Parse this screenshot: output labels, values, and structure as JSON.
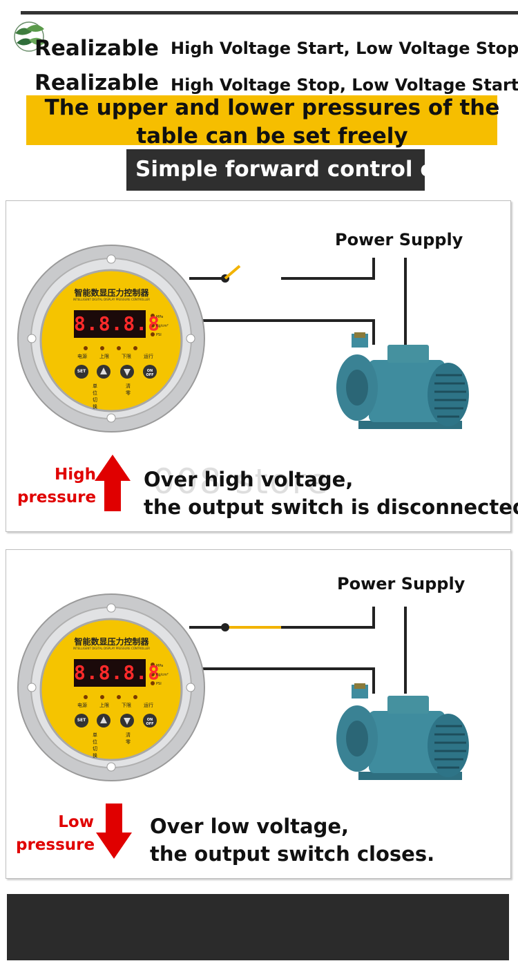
{
  "header": {
    "rows": [
      {
        "word": "Realizable",
        "desc": "High Voltage Start, Low Voltage Stop"
      },
      {
        "word": "Realizable",
        "desc": "High Voltage Stop, Low Voltage Start"
      }
    ],
    "banner_line1": "The upper and lower pressures of the",
    "banner_line2": "table can be set freely",
    "section_tag": "Simple forward control cha"
  },
  "gauge": {
    "title_cn": "智能数显压力控制器",
    "subtitle": "INTELLIGENT DIGITAL DISPLAY PRESSURE CONTROLLER",
    "digits": "8.8.8.8",
    "units": [
      "MPa",
      "Kg/cm²",
      "PSI"
    ],
    "led_labels": [
      "电源",
      "上限",
      "下限",
      "运行"
    ],
    "buttons": [
      "SET",
      "ON OFF"
    ],
    "bottom_labels": [
      "单位切换",
      "清零"
    ]
  },
  "panels": [
    {
      "power_label": "Power Supply",
      "state_label_1": "High",
      "state_label_2": "pressure",
      "message_1": "Over high voltage,",
      "message_2": "the output switch is disconnected",
      "arrow": "up"
    },
    {
      "power_label": "Power Supply",
      "state_label_1": "Low",
      "state_label_2": "pressure",
      "message_1": "Over low voltage,",
      "message_2": "the output switch closes.",
      "arrow": "down"
    }
  ],
  "watermark": "008 store",
  "colors": {
    "banner": "#f6be00",
    "dark_tag": "#2f2f2f",
    "alert_red": "#e00000",
    "switch_yellow": "#f2b300",
    "pump_teal": "#3f8c9e",
    "gauge_face": "#f5c400",
    "bottom_bar": "#2b2b2b"
  },
  "icons": [
    "leaf-logo-icon",
    "arrow-up-icon",
    "arrow-down-icon",
    "gauge-controller-icon",
    "water-pump-icon"
  ]
}
